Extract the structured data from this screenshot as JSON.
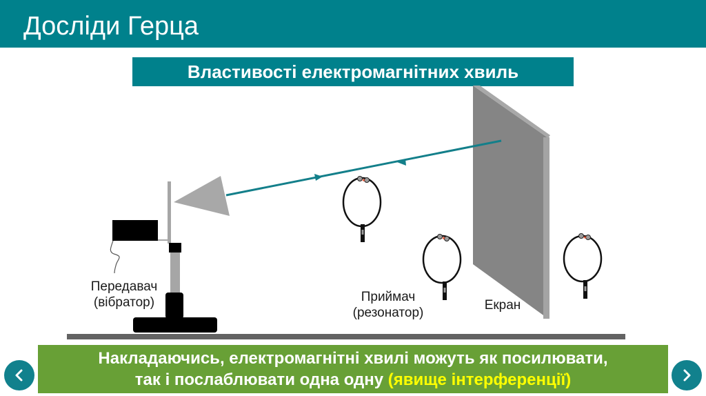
{
  "header": {
    "title": "Досліди Герца",
    "subtitle": "Властивості електромагнітних хвиль"
  },
  "diagram": {
    "transmitter_label_line1": "Передавач",
    "transmitter_label_line2": "(вібратор)",
    "receiver_label_line1": "Приймач",
    "receiver_label_line2": "(резонатор)",
    "screen_label": "Екран",
    "wave_color": "#137f8a",
    "screen_color": "#858585"
  },
  "caption": {
    "line1": "Накладаючись, електромагнітні хвилі можуть як посилювати,",
    "line2_prefix": "так і послаблювати одна одну ",
    "line2_highlight": "(явище інтерференції)"
  },
  "navigation": {
    "prev_icon": "chevron-left-icon",
    "next_icon": "chevron-right-icon"
  },
  "colors": {
    "header": "#00818c",
    "caption_bg": "#68a036",
    "highlight": "#ffff00",
    "nav_button": "#11818d"
  }
}
